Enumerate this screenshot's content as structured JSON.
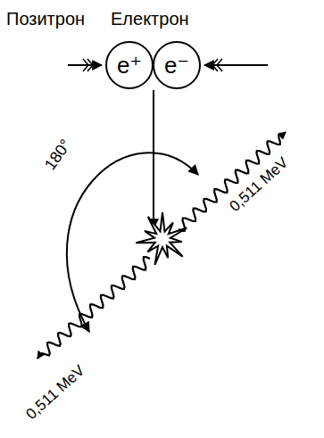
{
  "diagram": {
    "nodes": [
      {
        "text": [
          "Позитрон",
          "e⁺"
        ]
      },
      {
        "text": [
          "Електрон",
          "e⁻"
        ]
      }
    ],
    "labels": [
      "180°",
      "0,511 MeV",
      "0,511 MeV"
    ]
  }
}
